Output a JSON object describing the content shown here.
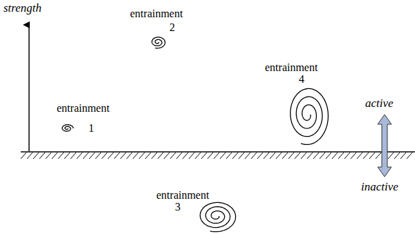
{
  "diagram": {
    "labels": [
      "strength",
      "entrainment",
      "2",
      "entrainment",
      "4",
      "active",
      "entrainment",
      "1",
      "inactive",
      "entrainment",
      "3"
    ]
  }
}
